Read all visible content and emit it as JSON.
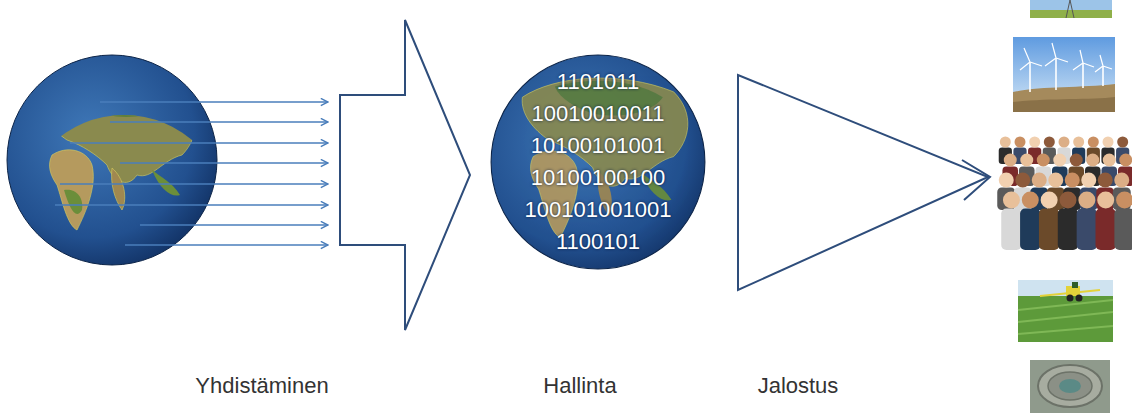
{
  "diagram": {
    "nodes": [
      {
        "text": [
          "1101011 10010010011 10100101001 10100100100 100101001001 1100101"
        ]
      }
    ],
    "labels": [
      "Yhdistäminen",
      "Hallinta",
      "Jalostus"
    ]
  }
}
